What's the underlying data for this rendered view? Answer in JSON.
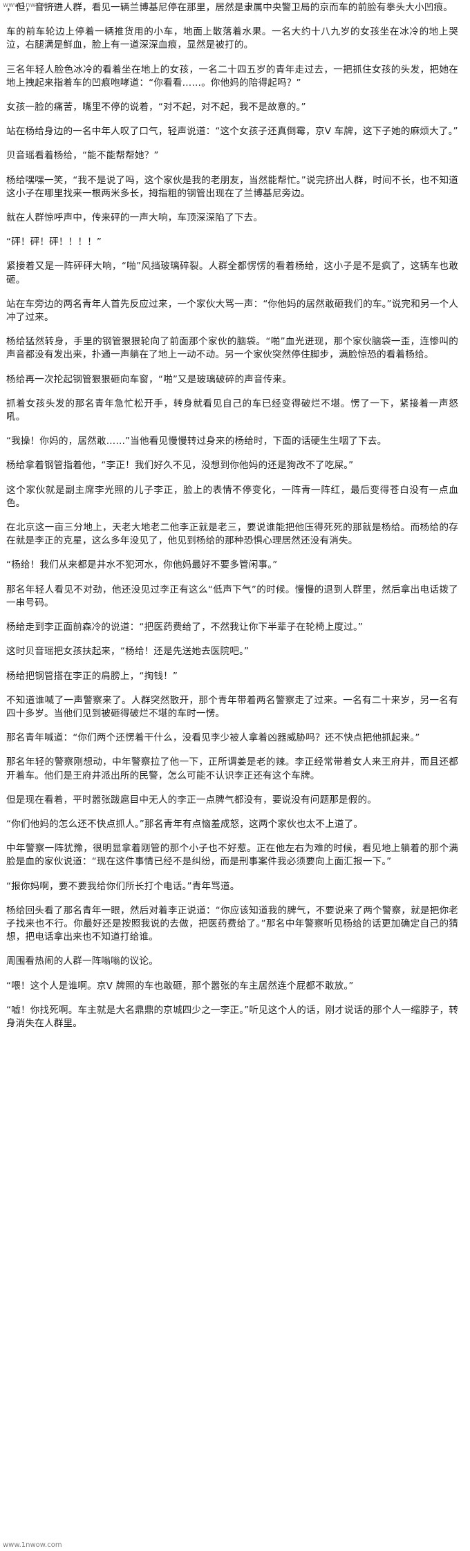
{
  "watermark": {
    "top": "www.1nwow.com",
    "bottom": "www.1nwow.com"
  },
  "paragraphs": [
    "，但，音挤进人群，看见一辆兰博基尼停在那里，居然是隶属中央警卫局的京而车的前脸有拳头大小凹痕。",
    "车的前车轮边上停着一辆推货用的小车，地面上散落着水果。一名大约十八九岁的女孩坐在冰冷的地上哭泣，右腿满是鲜血，脸上有一道深深血痕，显然是被打的。",
    "三名年轻人脸色冰冷的看着坐在地上的女孩，一名二十四五岁的青年走过去，一把抓住女孩的头发，把她在地上拽起来指着车的凹痕咆哮道：“你看看……。你他妈的陪得起吗？”",
    "女孩一脸的痛苦，嘴里不停的说着，“对不起，对不起，我不是故意的。”",
    "站在杨给身边的一名中年人叹了口气，轻声说道：“这个女孩子还真倒霉，京V 车牌，这下子她的麻烦大了。”",
    "贝音瑶看着杨给，“能不能帮帮她？”",
    "杨给嘿嘿一笑，“我不是说了吗，这个家伙是我的老朋友，当然能帮忙。”说完挤出人群，时间不长，也不知道这小子在哪里找来一根两米多长，拇指粗的钢管出现在了兰博基尼旁边。",
    "就在人群惊呼声中，传来砰的一声大响，车顶深深陷了下去。",
    "“砰！砰！砰！！！！”",
    "紧接着又是一阵砰砰大响，“啪”风挡玻璃碎裂。人群全都愣愣的看着杨给，这小子是不是疯了，这辆车也敢砸。",
    "站在车旁边的两名青年人首先反应过来，一个家伙大骂一声：“你他妈的居然敢砸我们的车。”说完和另一个人冲了过来。",
    "杨给猛然转身，手里的钢管狠狠轮向了前面那个家伙的脑袋。“啪”血光迸现，那个家伙脑袋一歪，连惨叫的声音都没有发出来，扑通一声躺在了地上一动不动。另一个家伙突然停住脚步，满脸惊恐的看着杨给。",
    "杨给再一次抡起钢管狠狠砸向车窗，“啪”又是玻璃破碎的声音传来。",
    "抓着女孩头发的那名青年急忙松开手，转身就看见自己的车已经变得破烂不堪。愣了一下，紧接着一声怒吼。",
    "“我操！你妈的，居然敢……”当他看见慢慢转过身来的杨给时，下面的话硬生生咽了下去。",
    "杨给拿着钢管指着他，“李正！我们好久不见，没想到你他妈的还是狗改不了吃屎。”",
    "这个家伙就是副主席李光照的儿子李正，脸上的表情不停变化，一阵青一阵红，最后变得苍白没有一点血色。",
    "在北京这一亩三分地上，天老大地老二他李正就是老三，要说谁能把他压得死死的那就是杨给。而杨给的存在就是李正的克星，这么多年没见了，他见到杨给的那种恐惧心理居然还没有消失。",
    "“杨给！我们从来都是井水不犯河水，你他妈最好不要多管闲事。”",
    "那名年轻人看见不对劲，他还没见过李正有这么“低声下气”的时候。慢慢的退到人群里，然后拿出电话拨了一串号码。",
    "杨给走到李正面前森冷的说道：“把医药费给了，不然我让你下半辈子在轮椅上度过。”",
    "这时贝音瑶把女孩扶起来，“杨给！还是先送她去医院吧。”",
    "杨给把钢管搭在李正的肩膀上，“掏钱！”",
    "不知道谁喊了一声警察来了。人群突然散开，那个青年带着两名警察走了过来。一名有二十来岁，另一名有四十多岁。当他们见到被砸得破烂不堪的车时一愣。",
    "那名青年喊道：“你们两个还愣着干什么，没看见李少被人拿着凶器威胁吗？还不快点把他抓起来。”",
    "那名年轻的警察刚想动，中年警察拉了他一下，正所谓姜是老的辣。李正经常带着女人来王府井，而且还都开着车。他们是王府井派出所的民警，怎么可能不认识李正还有这个车牌。",
    "但是现在看着，平时嚣张跋扈目中无人的李正一点脾气都没有，要说没有问题那是假的。",
    "“你们他妈的怎么还不快点抓人。”那名青年有点恼羞成怒，这两个家伙也太不上道了。",
    "中年警察一阵犹豫，很明显拿着刚管的那个小子也不好惹。正在他左右为难的时候，看见地上躺着的那个满脸是血的家伙说道：“现在这件事情已经不是纠纷，而是刑事案件我必须要向上面汇报一下。”",
    "“报你妈啊，要不要我给你们所长打个电话。”青年骂道。",
    "杨给回头看了那名青年一眼，然后对着李正说道：“你应该知道我的脾气，不要说来了两个警察，就是把你老子找来也不行。你最好还是按照我说的去做，把医药费给了。”那名中年警察听见杨给的话更加确定自己的猜想，把电话拿出来也不知道打给谁。",
    "周围看热闹的人群一阵嗡嗡的议论。",
    "“喂！这个人是谁啊。京V 牌照的车也敢砸，那个嚣张的车主居然连个屁都不敢放。”",
    "“嘘！你找死啊。车主就是大名鼎鼎的京城四少之一李正。”听见这个人的话，刚才说话的那个人一缩脖子，转身消失在人群里。"
  ]
}
